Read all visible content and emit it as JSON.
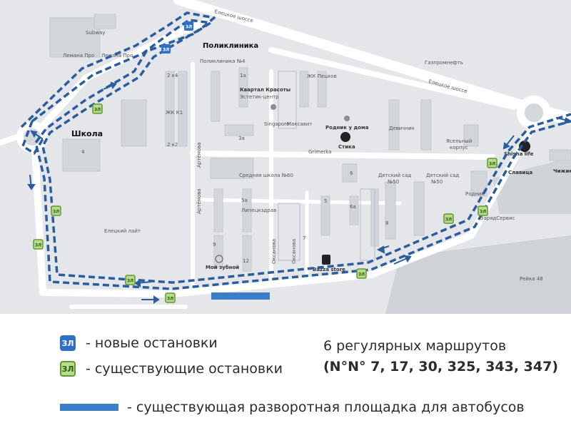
{
  "map": {
    "labels": {
      "subway": "Subway",
      "lemana_1": "Лемана Про",
      "lemana_2": "Лемана Про",
      "poliklinika_title": "Поликлиника",
      "poliklinika_no4": "Поликлиника №4",
      "shkola_title": "Школа",
      "eletsky_shosse_1": "Елецкое шоссе",
      "eletsky_shosse_2": "Елецкое шоссе",
      "zk_k1": "ЖК К1",
      "zk_petskov": "ЖК Пецков",
      "kvartal_krasoty": "Квартал Красоты",
      "estetik_centr": "Эстетик-центр",
      "singapore": "Singapore",
      "maksavit": "Максавит",
      "rodnik_u_doma": "Родник у дома",
      "grimerka": "Grimerka",
      "stika": "Стика",
      "devichnik": "Девичник",
      "srednyaya_shkola": "Средняя школа №60",
      "detsky_sad_1": "Детский сад",
      "detsky_sad_1b": "№50",
      "detsky_sad_2": "Детский сад",
      "detsky_sad_2b": "№50",
      "yasel_korpus_1": "Ясельный",
      "yasel_korpus_2": "корпус",
      "gazpromneft": "Газпромнефть",
      "shisha_life": "Shisha life",
      "slavica": "Славица",
      "chizhik": "Чижик",
      "rodnik": "Родник",
      "zaryad_servis": "ЗарядСервис",
      "artemova_1": "Артёмова",
      "artemova_2": "Артёмова",
      "lipetskdrav": "Липецкздрав",
      "oksanova_1": "Оксанова",
      "oksanova_2": "Оксанова",
      "eletsky_layt": "Елецкий лайт",
      "moy_zubnoy": "Мой зубной",
      "bazza_store": "Bazza store",
      "reyka_48": "Рейка 48",
      "b_1a": "1а",
      "b_2x4": "2 к4",
      "b_2x2": "2 к2",
      "b_3a": "3а",
      "b_5": "5",
      "b_5a": "5а",
      "b_6": "6",
      "b_6a": "6а",
      "b_7": "7",
      "b_9": "9",
      "b_12": "12",
      "b_4": "4",
      "b_8": "8"
    },
    "colors": {
      "route": "#2b5d9e",
      "road": "#ffffff",
      "land": "#e4e6ea",
      "block": "#d4d7dc",
      "platform": "#3b7ec6"
    }
  },
  "stops": {
    "new_icon": "bus-stop-new-icon",
    "existing_icon": "bus-stop-existing-icon",
    "glyph": "ЗЛ"
  },
  "legend": {
    "new_stops": "- новые остановки",
    "existing_stops": "- существующие остановки",
    "platform": "-  существующая разворотная площадка для автобусов",
    "routes_title": "6 регулярных маршрутов",
    "routes_list": "(N°N° 7, 17, 30, 325, 343, 347)"
  }
}
